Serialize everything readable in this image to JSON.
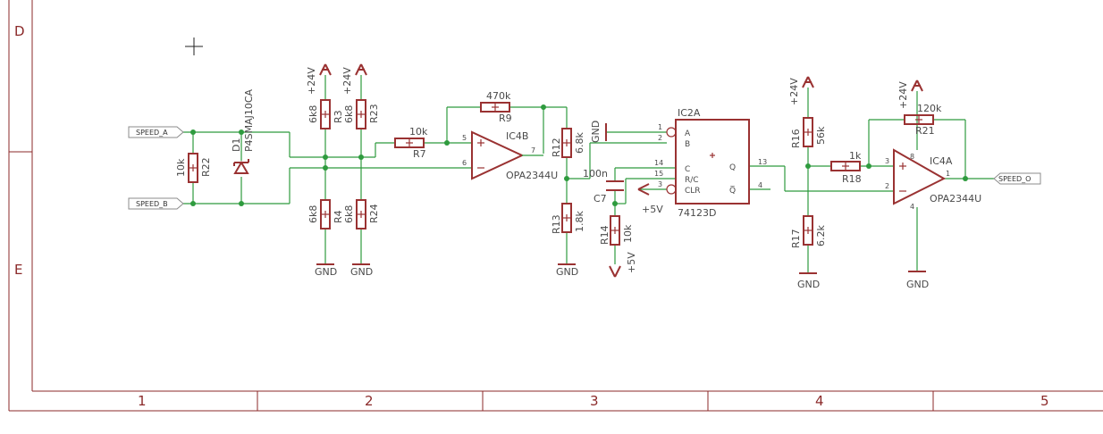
{
  "frame": {
    "rows": [
      "D",
      "E"
    ],
    "columns": [
      "1",
      "2",
      "3",
      "4",
      "5"
    ]
  },
  "ports": {
    "speed_a": "SPEED_A",
    "speed_b": "SPEED_B",
    "speed_o": "SPEED_O"
  },
  "components": {
    "r22": {
      "name": "R22",
      "value": "10k"
    },
    "d1": {
      "name": "D1",
      "value": "P4SMAJ10CA"
    },
    "r3": {
      "name": "R3",
      "value": "6k8"
    },
    "r4": {
      "name": "R4",
      "value": "6k8"
    },
    "r23": {
      "name": "R23",
      "value": "6k8"
    },
    "r24": {
      "name": "R24",
      "value": "6k8"
    },
    "r7": {
      "name": "R7",
      "value": "10k"
    },
    "r9": {
      "name": "R9",
      "value": "470k"
    },
    "ic4b": {
      "name": "IC4B",
      "value": "OPA2344U"
    },
    "r12": {
      "name": "R12",
      "value": "6.8k"
    },
    "r13": {
      "name": "R13",
      "value": "1.8k"
    },
    "c7": {
      "name": "C7",
      "value": "100n"
    },
    "r14": {
      "name": "R14",
      "value": "10k"
    },
    "ic2a": {
      "name": "IC2A",
      "value": "74123D"
    },
    "r16": {
      "name": "R16",
      "value": "56k"
    },
    "r17": {
      "name": "R17",
      "value": "6.2k"
    },
    "r18": {
      "name": "R18",
      "value": "1k"
    },
    "r21": {
      "name": "R21",
      "value": "120k"
    },
    "ic4a": {
      "name": "IC4A",
      "value": "OPA2344U"
    }
  },
  "supplies": {
    "p24": "+24V",
    "p5": "+5V",
    "gnd": "GND"
  },
  "ic2a_pins": {
    "a": "A",
    "b": "B",
    "c": "C",
    "rc": "R/C",
    "clr": "CLR",
    "q": "Q",
    "qn": "Q̅"
  },
  "pin_numbers": {
    "ic4b": {
      "p5": "5",
      "p6": "6",
      "p7": "7"
    },
    "ic2a": {
      "p1": "1",
      "p2": "2",
      "p14": "14",
      "p15": "15",
      "p3": "3",
      "p13": "13",
      "p4": "4"
    },
    "ic4a": {
      "p3": "3",
      "p2": "2",
      "p1": "1",
      "p8": "8",
      "p4": "4"
    }
  },
  "colors": {
    "frame": "#8b2a2a",
    "wire": "#2e9b3e",
    "symbol": "#9a3232",
    "text": "#4a4a4a"
  }
}
